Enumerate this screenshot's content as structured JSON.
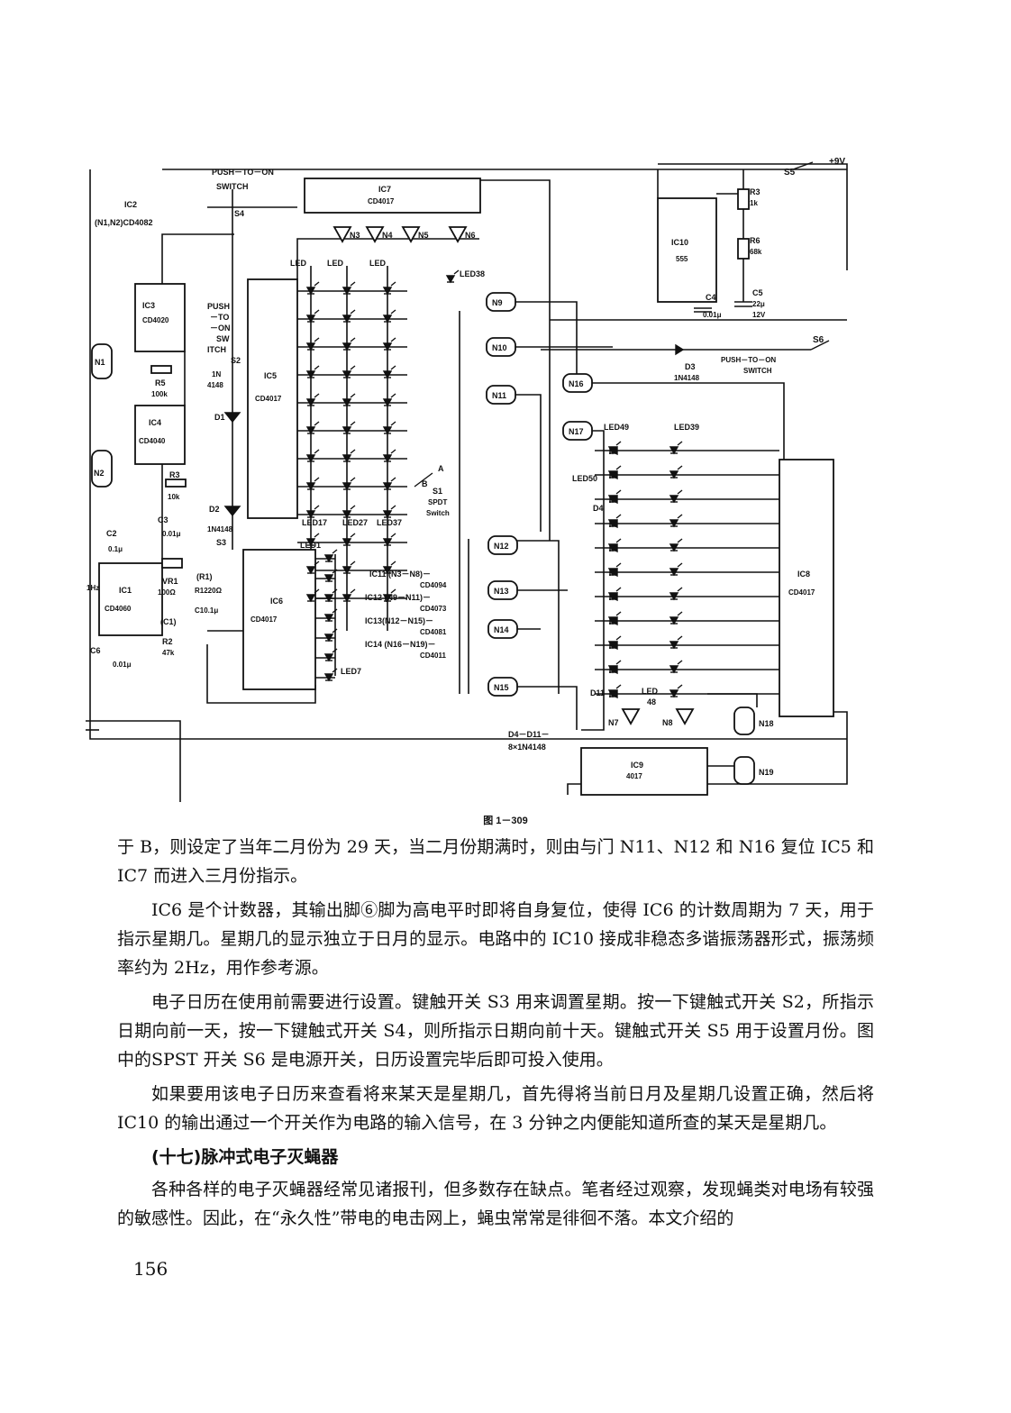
{
  "figure": {
    "caption": "图 1－309",
    "labels": {
      "s4_top": "PUSH－TO－ON",
      "s4_bottom": "SWITCH",
      "s4": "S4",
      "s2_a": "PUSH",
      "s2_b": "－TO",
      "s2_c": "－ON",
      "s2_d": "SW",
      "s2_e": "ITCH",
      "s2": "S2",
      "ic2_a": "IC2",
      "ic2_b": "(N1,N2)CD4082",
      "ic3": "IC3",
      "ic3_chip": "CD4020",
      "ic4": "IC4",
      "ic4_chip": "CD4040",
      "ic1": "IC1",
      "ic1_chip": "CD4060",
      "ic5": "IC5",
      "ic5_chip": "CD4017",
      "ic6": "IC6",
      "ic6_chip": "CD4017",
      "ic7": "IC7",
      "ic7_chip": "CD4017",
      "ic8": "IC8",
      "ic8_chip": "CD4017",
      "ic9": "IC9",
      "ic9_chip": "4017",
      "ic10": "IC10",
      "ic10_chip": "555",
      "r3_right": "R3",
      "r3_right_val": "1k",
      "r6_right": "R6",
      "r6_right_val": "68k",
      "c4": "C4",
      "c4_val": "0.01μ",
      "c5": "C5",
      "c5_val_a": "22μ",
      "c5_val_b": "12V",
      "s5": "S5",
      "vcc": "+9V",
      "s6": "S6",
      "s6_label_a": "PUSH－TO－ON",
      "s6_label_b": "SWITCH",
      "d3": "D3",
      "d3_val": "1N4148",
      "r5": "R5",
      "r5_val": "100k",
      "r3_left": "R3",
      "r3_left_val": "10k",
      "c3": "C3",
      "c3_val": "0.01μ",
      "c2": "C2",
      "c2_val": "0.1μ",
      "vr1": "VR1",
      "vr1_val": "100Ω",
      "r1": "(R1)",
      "r1_val": "R1220Ω",
      "c1": "(C1)",
      "c1_val": "C10.1μ",
      "r2": "R2",
      "r2_val": "47k",
      "c6": "C6",
      "c6_val": "0.01μ",
      "f1hz": "1Hz",
      "d1": "D1",
      "d1_val": "1N",
      "d1_val2": "4148",
      "d2": "D2",
      "d2_val": "1N4148",
      "s3": "S3",
      "s1": "S1",
      "s1_a": "SPDT",
      "s1_b": "Switch",
      "a": "A",
      "b": "B",
      "led1": "LED1",
      "led7": "LED7",
      "led17": "LED17",
      "led27": "LED27",
      "led37": "LED37",
      "led_top1": "LED",
      "led_top2": "LED",
      "led_top3": "LED",
      "led38": "LED38",
      "led49": "LED49",
      "led39": "LED39",
      "led50": "LED50",
      "led48": "LED",
      "led48_b": "48",
      "d4": "D4",
      "d11": "D11",
      "d4_d11_a": "D4－D11－",
      "d4_d11_b": "8×1N4148",
      "ic11_a": "IC11 (N3－N8)－",
      "ic11_b": "CD4094",
      "ic12_a": "IC12 (N9－N11)－",
      "ic12_b": "CD4073",
      "ic13_a": "IC13(N12－N15)－",
      "ic13_b": "CD4081",
      "ic14_a": "IC14 (N16－N19)－",
      "ic14_b": "CD4011",
      "n1": "N1",
      "n2": "N2",
      "n3": "N3",
      "n4": "N4",
      "n5": "N5",
      "n6": "N6",
      "n7": "N7",
      "n8": "N8",
      "n9": "N9",
      "n10": "N10",
      "n11": "N11",
      "n12": "N12",
      "n13": "N13",
      "n14": "N14",
      "n15": "N15",
      "n16": "N16",
      "n17": "N17",
      "n18": "N18",
      "n19": "N19"
    }
  },
  "text": {
    "p1": "于 B，则设定了当年二月份为 29 天，当二月份期满时，则由与门 N11、N12 和 N16 复位 IC5 和 IC7 而进入三月份指示。",
    "p2": "IC6 是个计数器，其输出脚⑥脚为高电平时即将自身复位，使得 IC6 的计数周期为 7 天，用于指示星期几。星期几的显示独立于日月的显示。电路中的 IC10 接成非稳态多谐振荡器形式，振荡频率约为 2Hz，用作参考源。",
    "p3": "电子日历在使用前需要进行设置。键触开关 S3 用来调置星期。按一下键触式开关 S2，所指示日期向前一天，按一下键触式开关 S4，则所指示日期向前十天。键触式开关 S5 用于设置月份。图中的SPST 开关 S6 是电源开关，日历设置完毕后即可投入使用。",
    "p4": "如果要用该电子日历来查看将来某天是星期几，首先得将当前日月及星期几设置正确，然后将 IC10 的输出通过一个开关作为电路的输入信号，在 3 分钟之内便能知道所查的某天是星期几。",
    "heading": "(十七)脉冲式电子灭蝇器",
    "p5": "各种各样的电子灭蝇器经常见诸报刊，但多数存在缺点。笔者经过观察，发现蝇类对电场有较强的敏感性。因此，在“永久性”带电的电击网上，蝇虫常常是徘徊不落。本文介绍的"
  },
  "page_number": "156"
}
